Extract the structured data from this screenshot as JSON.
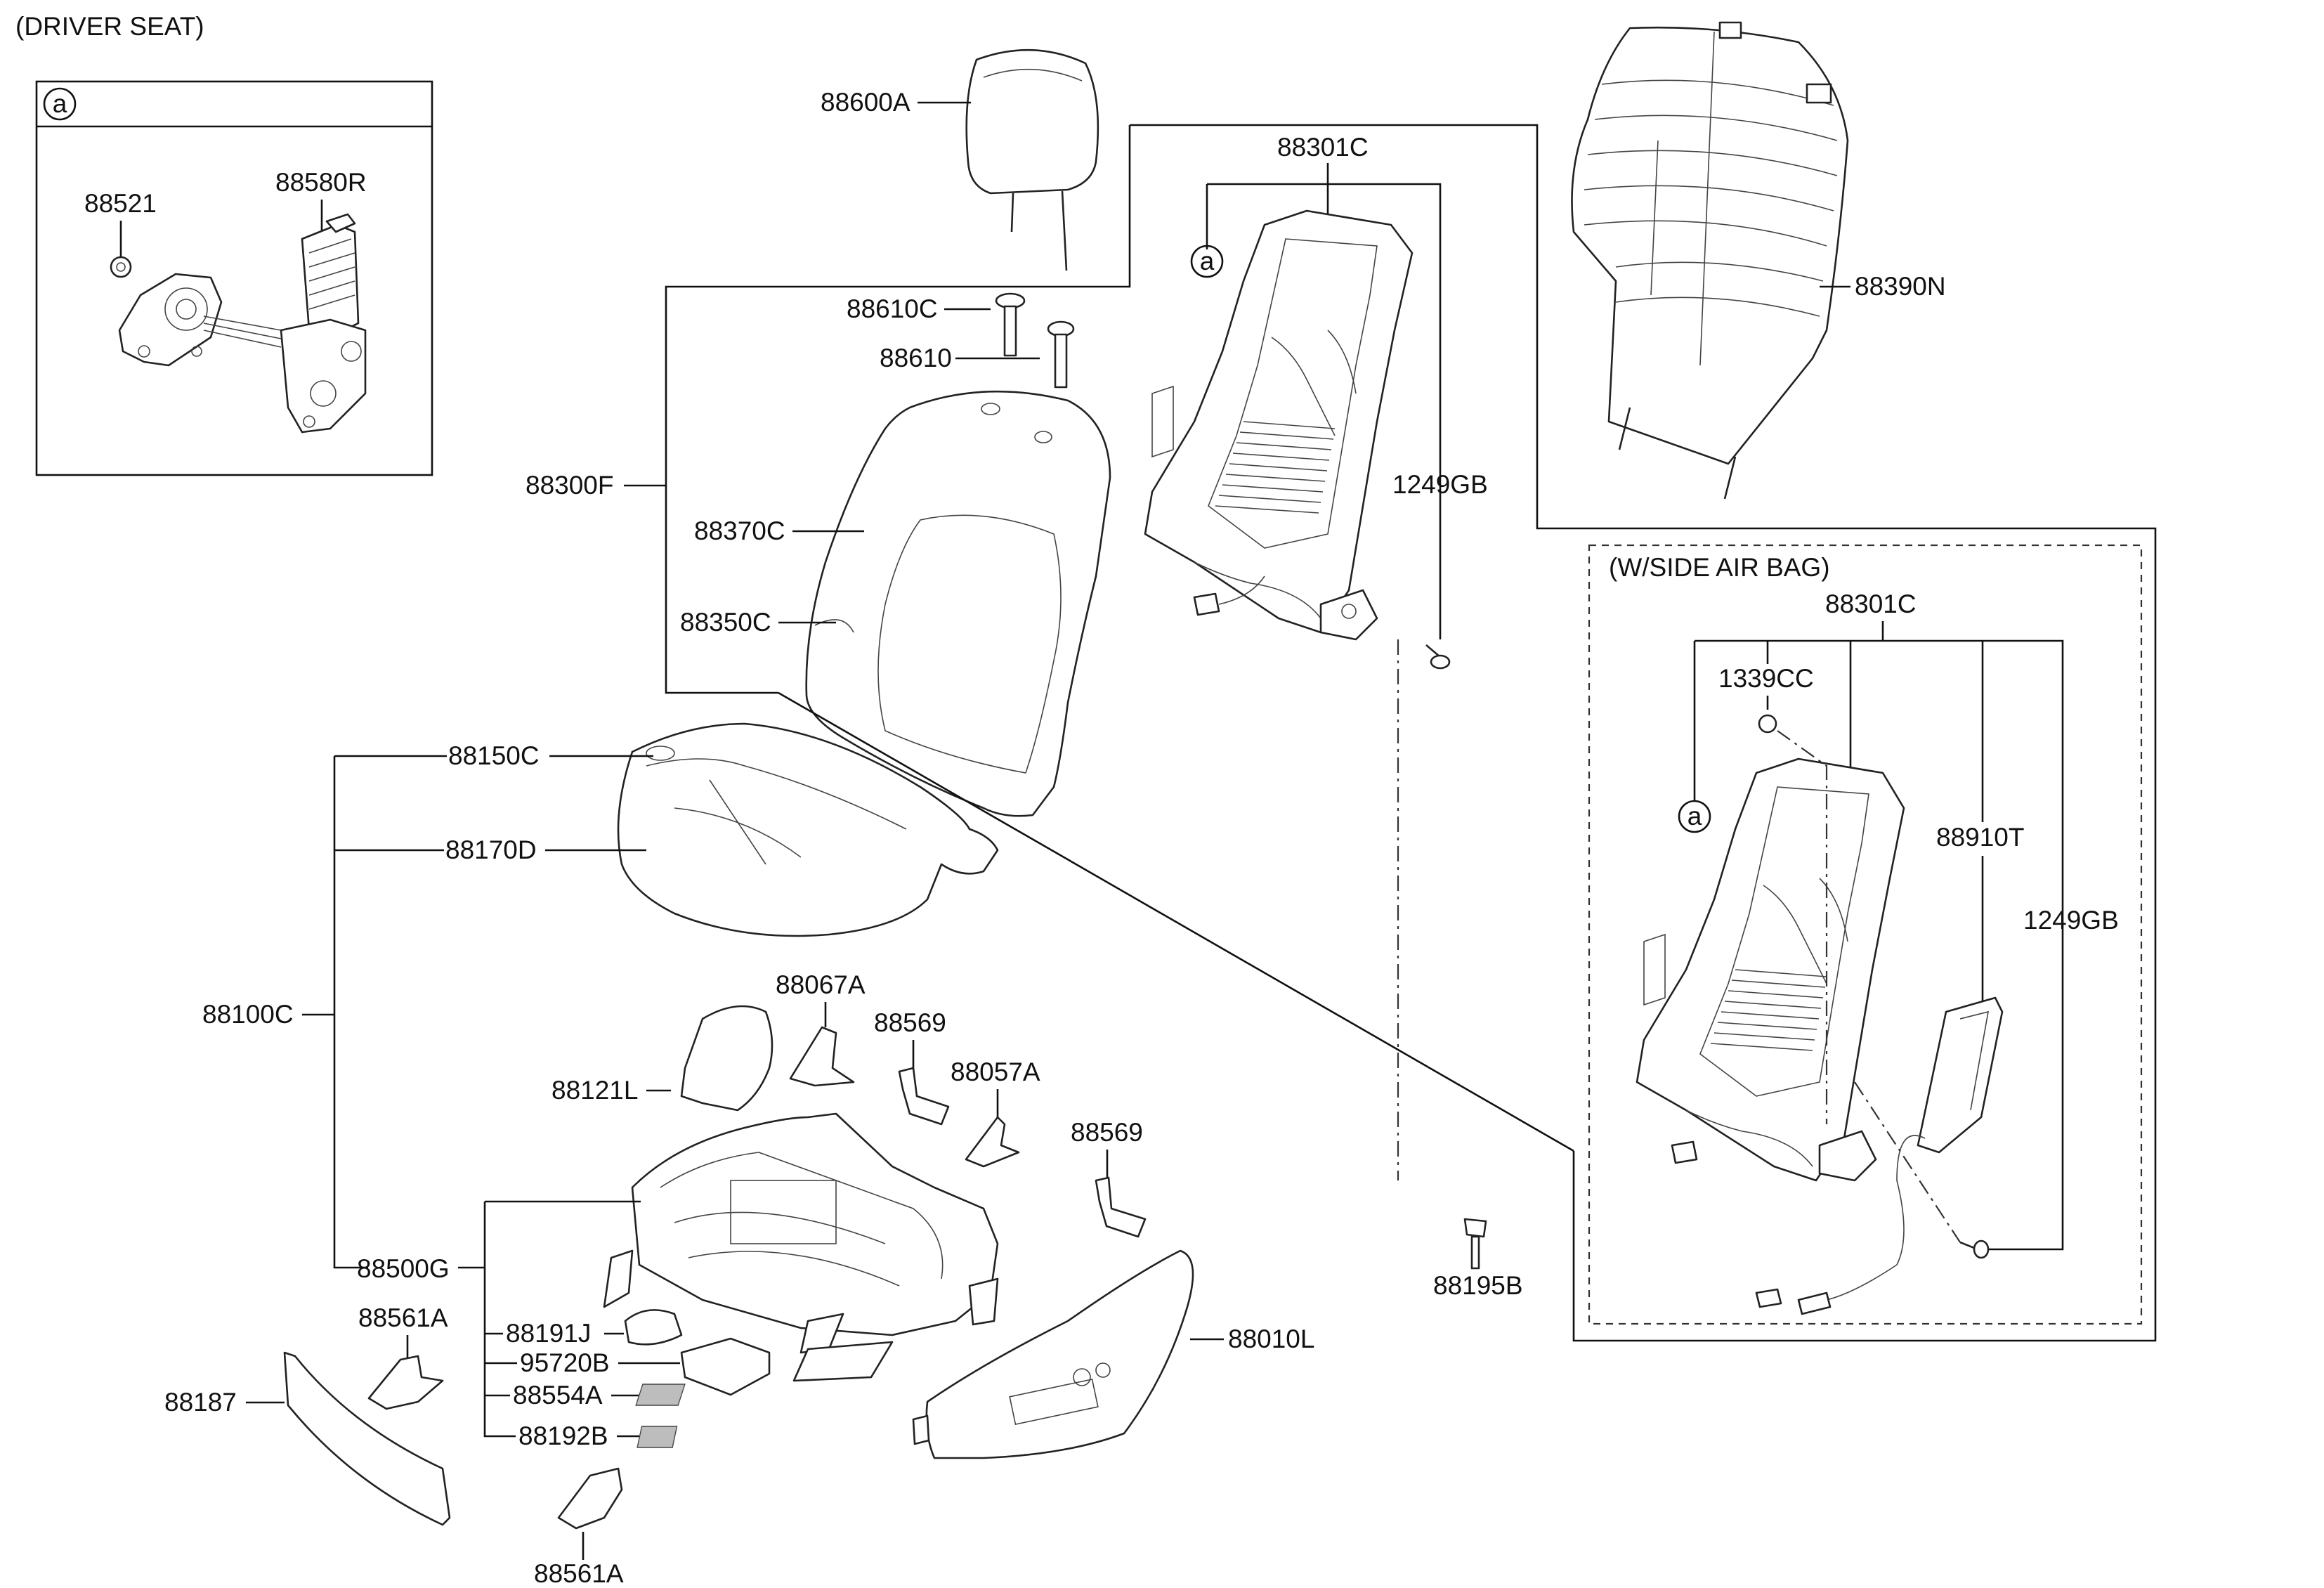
{
  "title": "(DRIVER SEAT)",
  "airbag_title": "(W/SIDE AIR BAG)",
  "ref_a": "a",
  "labels": {
    "p88521": "88521",
    "p88580R": "88580R",
    "p88600A": "88600A",
    "p88610C": "88610C",
    "p88610": "88610",
    "p88300F": "88300F",
    "p88370C": "88370C",
    "p88350C": "88350C",
    "p88301C": "88301C",
    "p1249GB": "1249GB",
    "p88390N": "88390N",
    "p88150C": "88150C",
    "p88170D": "88170D",
    "p88100C": "88100C",
    "p88067A": "88067A",
    "p88569a": "88569",
    "p88057A": "88057A",
    "p88121L": "88121L",
    "p88569b": "88569",
    "p88500G": "88500G",
    "p88561A_top": "88561A",
    "p88187": "88187",
    "p88191J": "88191J",
    "p95720B": "95720B",
    "p88554A": "88554A",
    "p88192B": "88192B",
    "p88561A_bot": "88561A",
    "p88010L": "88010L",
    "p88195B": "88195B",
    "p88301C_ab": "88301C",
    "p1339CC": "1339CC",
    "p88910T": "88910T",
    "p1249GB_ab": "1249GB"
  }
}
